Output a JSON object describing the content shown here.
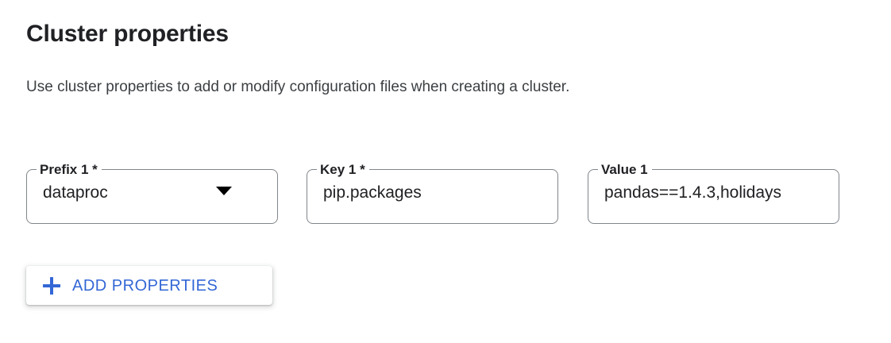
{
  "header": {
    "title": "Cluster properties",
    "description": "Use cluster properties to add or modify configuration files when creating a cluster."
  },
  "fields": [
    {
      "name": "prefix",
      "label": "Prefix 1 *",
      "value": "dataproc",
      "type": "select",
      "icon": "chevron-down-icon",
      "required": true
    },
    {
      "name": "key",
      "label": "Key 1 *",
      "value": "pip.packages",
      "type": "text",
      "required": true
    },
    {
      "name": "value",
      "label": "Value 1",
      "value": "pandas==1.4.3,holidays",
      "type": "text",
      "required": false
    }
  ],
  "actions": {
    "add_properties_label": "ADD PROPERTIES",
    "add_properties_icon": "plus-icon"
  },
  "colors": {
    "accent_blue": "#3367d6",
    "text_primary": "#202124",
    "text_secondary": "#3c4043",
    "field_border": "#80868b",
    "background": "#ffffff"
  }
}
